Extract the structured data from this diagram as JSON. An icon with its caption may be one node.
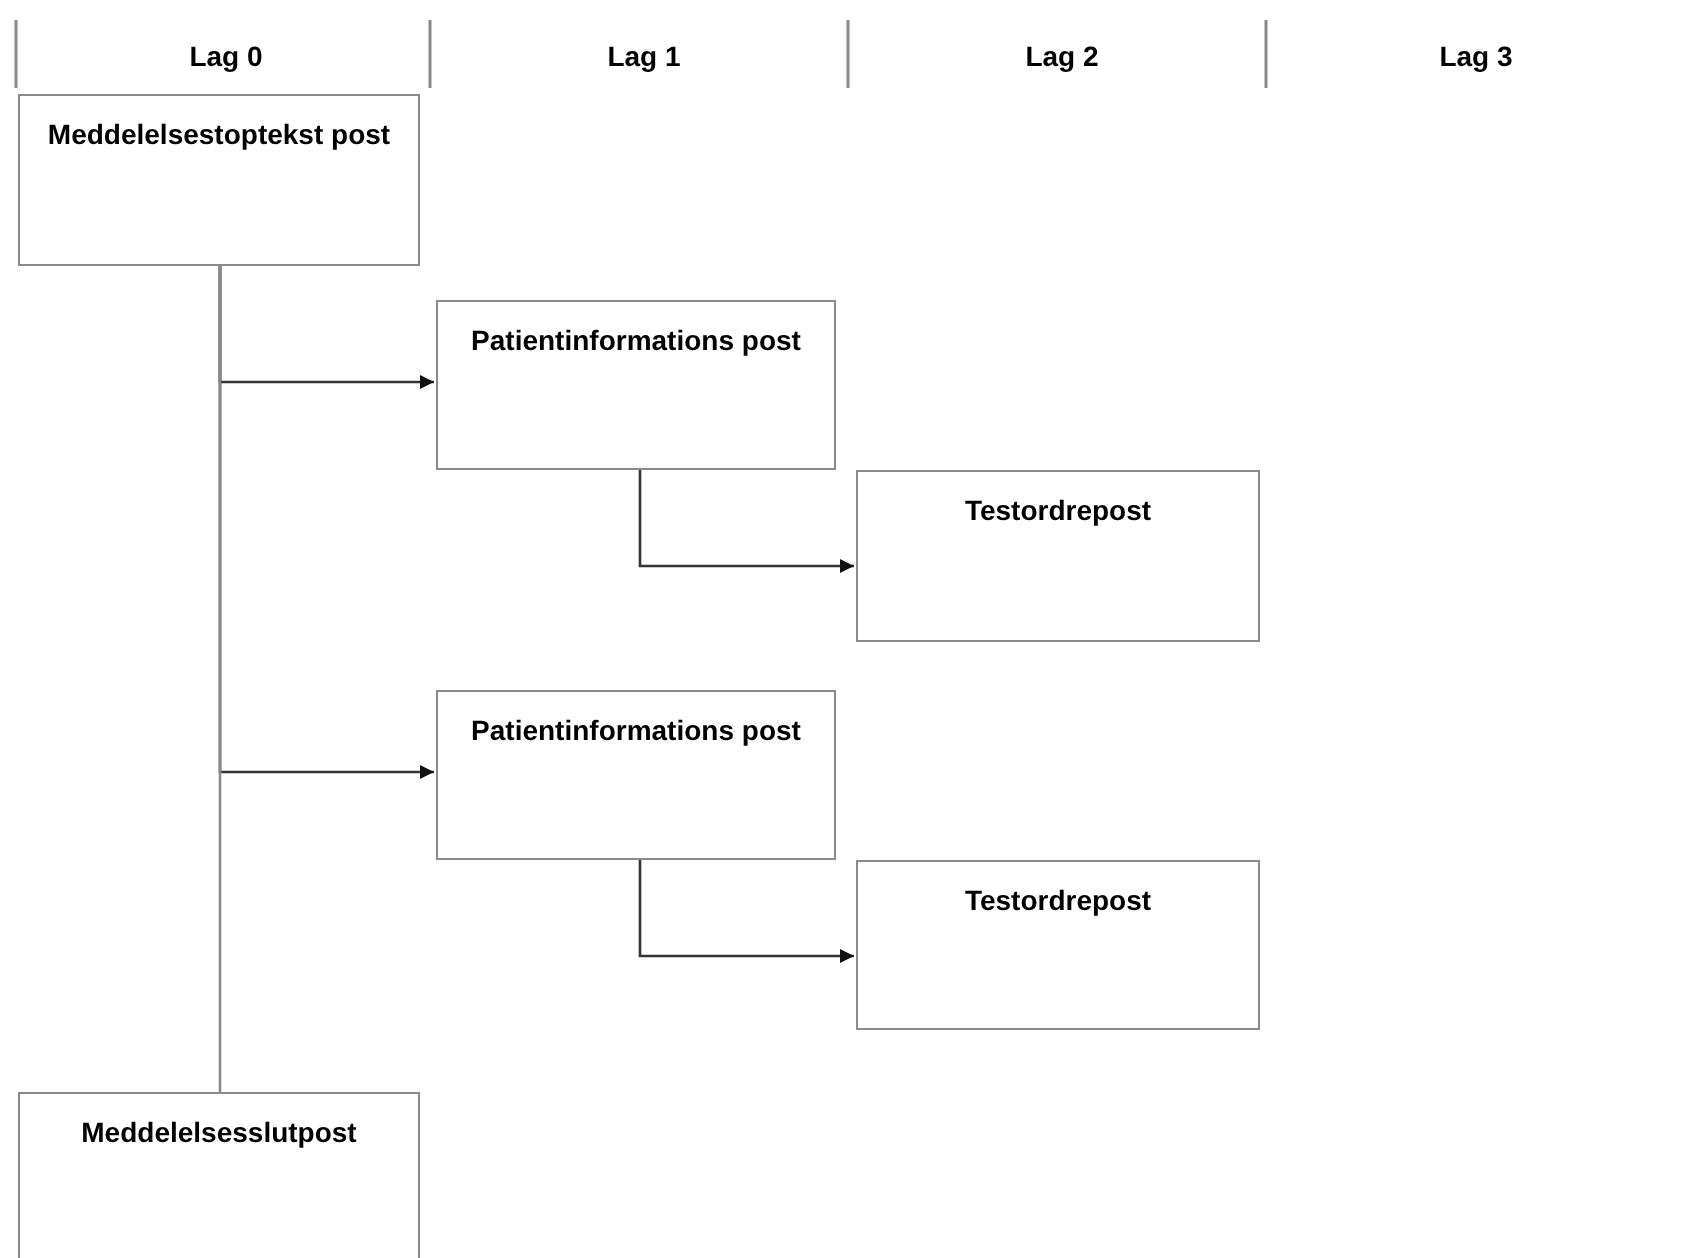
{
  "diagram": {
    "nodes": [
      {
        "text": [
          "Meddelelsestoptekst post"
        ]
      },
      {
        "text": [
          "Patientinformations post"
        ]
      },
      {
        "text": [
          "Testordrepost"
        ]
      },
      {
        "text": [
          "Patientinformations post"
        ]
      },
      {
        "text": [
          "Testordrepost"
        ]
      },
      {
        "text": [
          "Meddelelsesslutpost"
        ]
      }
    ],
    "edges": [
      {
        "from": 0,
        "to": 1,
        "arrow": "to"
      },
      {
        "from": 1,
        "to": 2,
        "arrow": "to"
      },
      {
        "from": 0,
        "to": 3,
        "arrow": "to"
      },
      {
        "from": 3,
        "to": 4,
        "arrow": "to"
      },
      {
        "from": 0,
        "to": 5,
        "arrow": "none"
      }
    ],
    "labels": [
      "Lag 0",
      "Lag 1",
      "Lag 2",
      "Lag 3"
    ]
  }
}
